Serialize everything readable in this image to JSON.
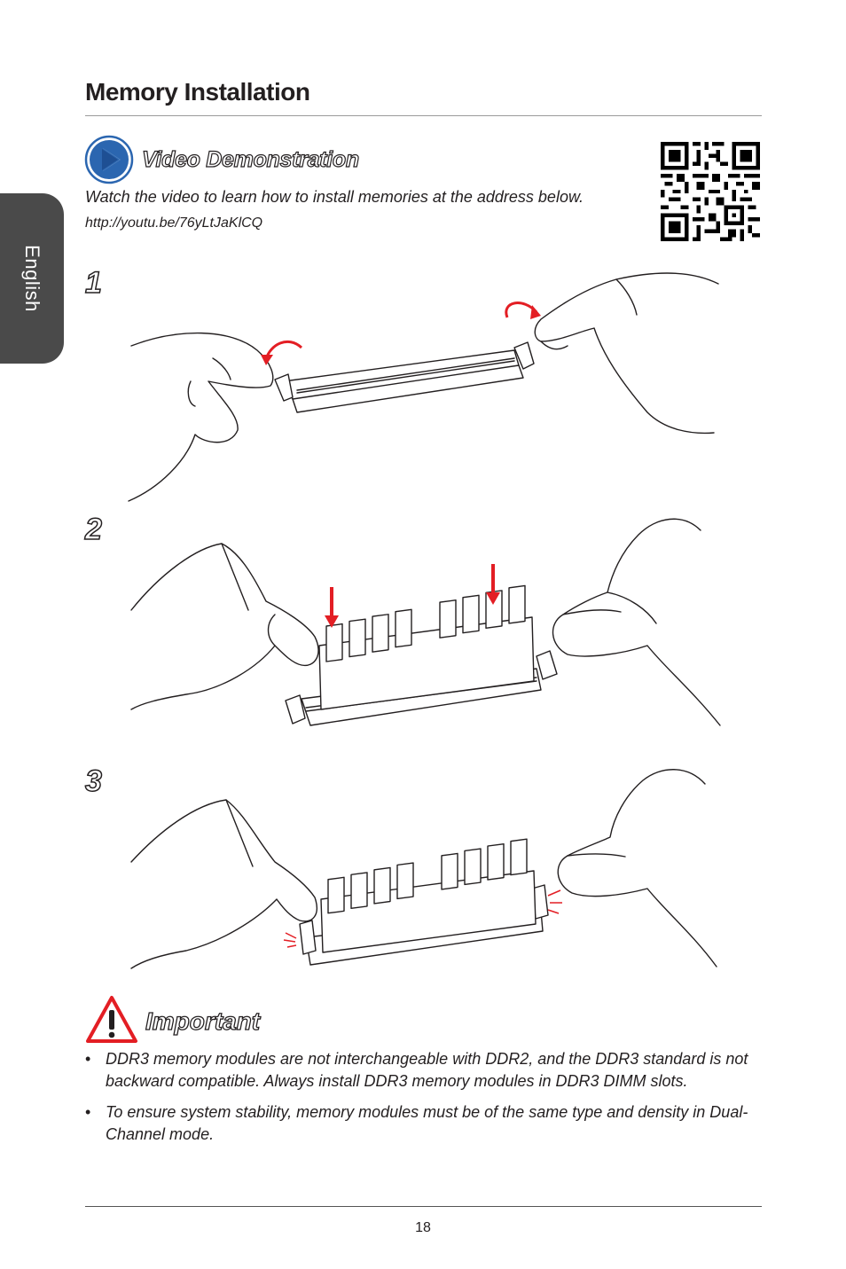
{
  "side_tab": {
    "label": "English"
  },
  "title": "Memory Installation",
  "video": {
    "heading": "Video Demonstration",
    "text": "Watch the video to learn how to install memories at the address below.",
    "url": "http://youtu.be/76yLtJaKlCQ",
    "icon": "play-icon"
  },
  "steps": [
    {
      "number": "1"
    },
    {
      "number": "2"
    },
    {
      "number": "3"
    }
  ],
  "important": {
    "heading": "Important",
    "icon": "warning-icon",
    "notes": [
      "DDR3 memory modules are not interchangeable with DDR2, and the DDR3 standard is not backward compatible. Always install DDR3 memory modules in DDR3 DIMM slots.",
      "To ensure system stability, memory modules must be of the same type and density in Dual-Channel mode."
    ]
  },
  "colors": {
    "accent_red": "#e31e24",
    "play_blue": "#2b66b0",
    "tab_gray": "#4a4a4a"
  },
  "page_number": "18"
}
